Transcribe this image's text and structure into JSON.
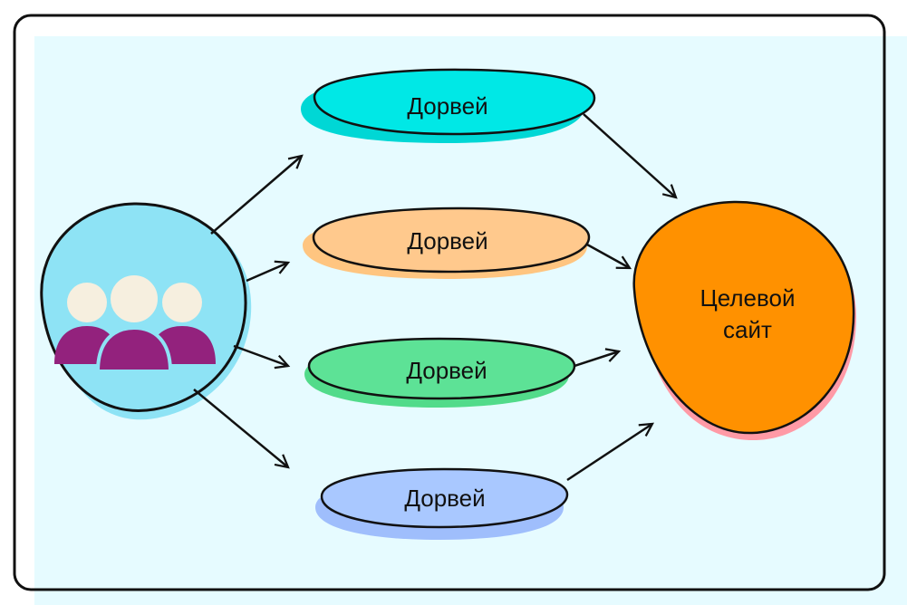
{
  "diagram": {
    "source": {
      "icon": "users-group-icon"
    },
    "doorways": [
      {
        "label": "Дорвей",
        "color": "#00e8e6",
        "shadow": "#00d7d5"
      },
      {
        "label": "Дорвей",
        "color": "#ffc98d",
        "shadow": "#ffc580"
      },
      {
        "label": "Дорвей",
        "color": "#5de296",
        "shadow": "#52db8a"
      },
      {
        "label": "Дорвей",
        "color": "#a9c8ff",
        "shadow": "#9fbefc"
      }
    ],
    "target": {
      "label_line1": "Целевой",
      "label_line2": "сайт",
      "color": "#ff9100",
      "shadow": "#ff9aa6"
    }
  },
  "colors": {
    "panel": "#e6fbff",
    "frame": "#111111",
    "source_blob": "#8ee3f5",
    "person_head": "#f6efdf",
    "person_body": "#93227d"
  }
}
